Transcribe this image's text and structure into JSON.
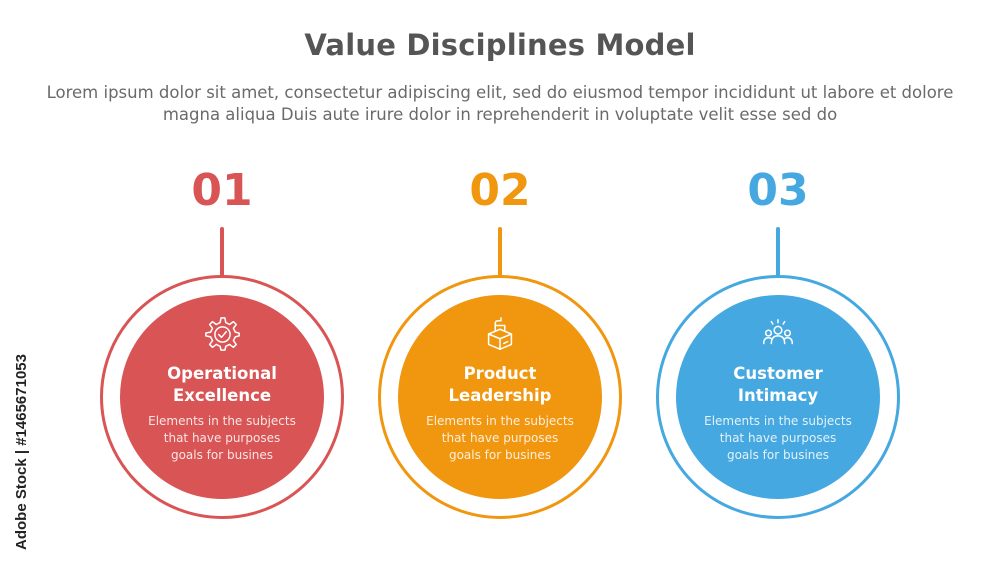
{
  "header": {
    "title": "Value Disciplines Model",
    "subtitle": "Lorem ipsum dolor sit amet, consectetur adipiscing elit, sed do eiusmod tempor incididunt ut labore et dolore magna aliqua Duis aute irure dolor in reprehenderit in voluptate velit esse sed do"
  },
  "stock_id": "Adobe Stock | #1465671053",
  "items": [
    {
      "number": "01",
      "label": "Operational\nExcellence",
      "description": "Elements in the subjects\nthat have purposes\ngoals for busines",
      "color": "#d95454",
      "icon": "gear-check-icon"
    },
    {
      "number": "02",
      "label": "Product\nLeadership",
      "description": "Elements in the subjects\nthat have purposes\ngoals for busines",
      "color": "#f0960f",
      "icon": "product-box-icon"
    },
    {
      "number": "03",
      "label": "Customer\nIntimacy",
      "description": "Elements in the subjects\nthat have purposes\ngoals for busines",
      "color": "#45a8e0",
      "icon": "people-group-icon"
    }
  ]
}
